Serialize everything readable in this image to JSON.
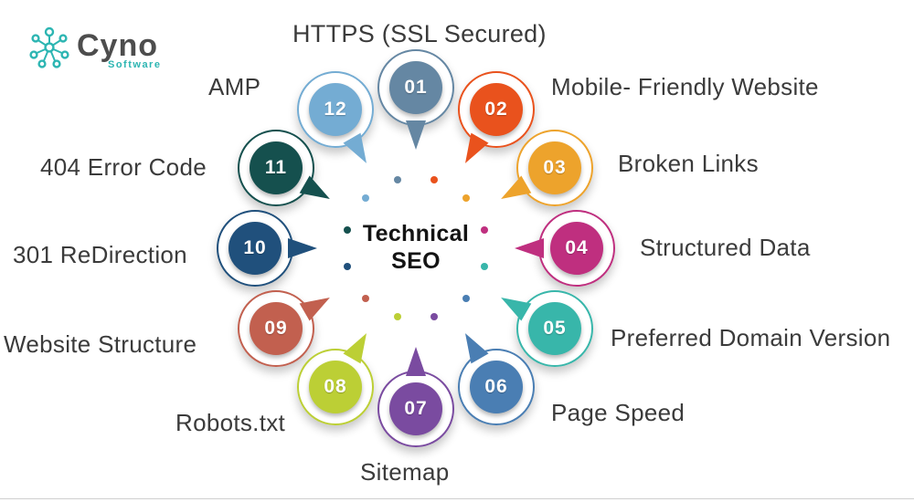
{
  "logo": {
    "brand": "Cyno",
    "sub": "Software",
    "accent": "#2cb5b2"
  },
  "center": {
    "line1": "Technical",
    "line2": "SEO"
  },
  "items": [
    {
      "num": "01",
      "label": "HTTPS (SSL Secured)",
      "color": "#6587a3"
    },
    {
      "num": "02",
      "label": "Mobile- Friendly Website",
      "color": "#e9521d"
    },
    {
      "num": "03",
      "label": "Broken Links",
      "color": "#eda32c"
    },
    {
      "num": "04",
      "label": "Structured Data",
      "color": "#bf2f7f"
    },
    {
      "num": "05",
      "label": "Preferred Domain Version",
      "color": "#38b6aa"
    },
    {
      "num": "06",
      "label": "Page Speed",
      "color": "#4a7eb3"
    },
    {
      "num": "07",
      "label": "Sitemap",
      "color": "#7a4ba0"
    },
    {
      "num": "08",
      "label": "Robots.txt",
      "color": "#bccf35"
    },
    {
      "num": "09",
      "label": "Website Structure",
      "color": "#c2604f"
    },
    {
      "num": "10",
      "label": "301 ReDirection",
      "color": "#20507c"
    },
    {
      "num": "11",
      "label": "404 Error Code",
      "color": "#15504e"
    },
    {
      "num": "12",
      "label": "AMP",
      "color": "#74acd3"
    }
  ]
}
